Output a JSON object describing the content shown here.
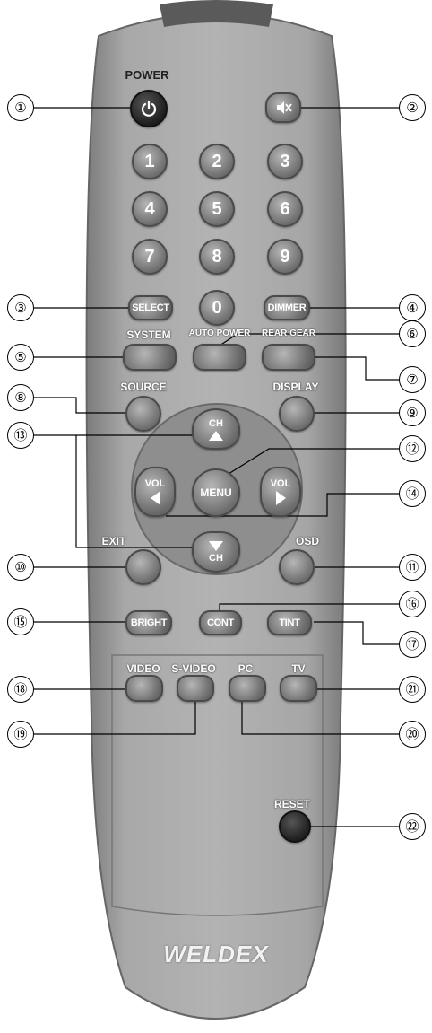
{
  "remote": {
    "brand": "WELDEX",
    "power_label": "POWER",
    "mute_icon": "mute-icon",
    "power_icon": "power-icon",
    "digits": [
      "1",
      "2",
      "3",
      "4",
      "5",
      "6",
      "7",
      "8",
      "9",
      "0"
    ],
    "select": "SELECT",
    "dimmer": "DIMMER",
    "system": "SYSTEM",
    "auto_power": "AUTO POWER",
    "rear_gear": "REAR GEAR",
    "source": "SOURCE",
    "display": "DISPLAY",
    "ch": "CH",
    "vol": "VOL",
    "menu": "MENU",
    "exit": "EXIT",
    "osd": "OSD",
    "bright": "BRIGHT",
    "cont": "CONT",
    "tint": "TINT",
    "video": "VIDEO",
    "s_video": "S-VIDEO",
    "pc": "PC",
    "tv": "TV",
    "reset": "RESET"
  },
  "callouts": [
    "①",
    "②",
    "③",
    "④",
    "⑤",
    "⑥",
    "⑦",
    "⑧",
    "⑨",
    "⑩",
    "⑪",
    "⑫",
    "⑬",
    "⑭",
    "⑮",
    "⑯",
    "⑰",
    "⑱",
    "⑲",
    "⑳",
    "㉑",
    "㉒"
  ],
  "colors": {
    "body": "#9a9a9a",
    "button": "#6e6e6e",
    "power": "#2a2a2a"
  }
}
